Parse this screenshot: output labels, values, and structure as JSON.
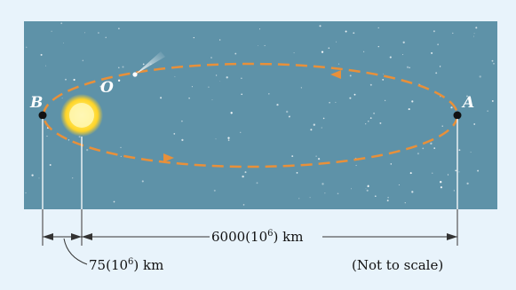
{
  "diagram": {
    "points": {
      "A": "A",
      "B": "B",
      "O": "O"
    },
    "dimensions": {
      "distance_main": {
        "prefix": "6000(10",
        "exponent": "6",
        "suffix": ") km"
      },
      "distance_small": {
        "prefix": "75(10",
        "exponent": "6",
        "suffix": ") km"
      }
    },
    "note": "(Not to scale)",
    "colors": {
      "background": "#e8f3fb",
      "sky": "#5e92a8",
      "orbit": "#e8903a",
      "sun": "#ffe85a",
      "text": "#111111"
    },
    "icons": [
      "comet-icon",
      "sun-icon",
      "arrow-icon"
    ]
  }
}
